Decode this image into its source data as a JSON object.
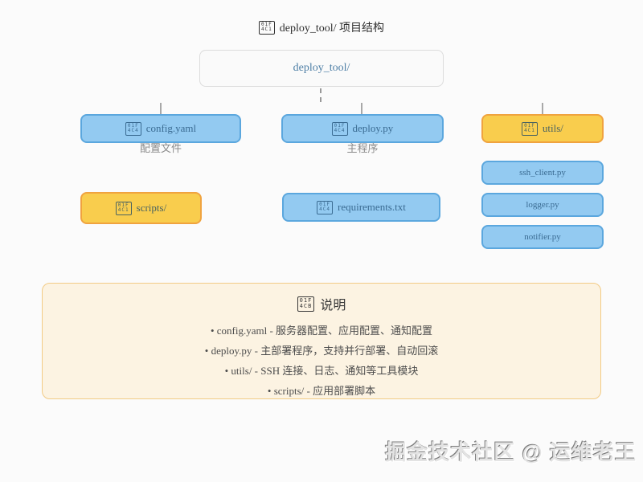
{
  "title": {
    "icon": [
      "01F",
      "4C1"
    ],
    "text": "deploy_tool/ 项目结构"
  },
  "root": {
    "label": "deploy_tool/"
  },
  "nodes": {
    "config": {
      "icon": [
        "01F",
        "4C4"
      ],
      "label": "config.yaml",
      "caption": "配置文件"
    },
    "deploy": {
      "icon": [
        "01F",
        "4C4"
      ],
      "label": "deploy.py",
      "caption": "主程序"
    },
    "utils": {
      "icon": [
        "01F",
        "4C1"
      ],
      "label": "utils/"
    },
    "scripts": {
      "icon": [
        "01F",
        "4C1"
      ],
      "label": "scripts/"
    },
    "requirements": {
      "icon": [
        "01F",
        "4C4"
      ],
      "label": "requirements.txt"
    },
    "ssh_client": {
      "label": "ssh_client.py"
    },
    "logger": {
      "label": "logger.py"
    },
    "notifier": {
      "label": "notifier.py"
    }
  },
  "note": {
    "icon": [
      "01F",
      "4CB"
    ],
    "heading": "说明",
    "items": [
      "• config.yaml - 服务器配置、应用配置、通知配置",
      "• deploy.py - 主部署程序，支持并行部署、自动回滚",
      "• utils/ - SSH 连接、日志、通知等工具模块",
      "• scripts/ - 应用部署脚本"
    ]
  },
  "watermark": "掘金技术社区 @ 运维老王",
  "colors": {
    "blue_fill": "#93caf1",
    "blue_border": "#5ba7de",
    "blue_text": "#3a6b92",
    "yellow_fill": "#f9cd4d",
    "yellow_border": "#f0a33f",
    "root_fill": "#fafafa",
    "root_border": "#dcdcdc",
    "root_text": "#4e7fa6",
    "note_fill": "#fcf3e2",
    "note_border": "#f2cb85",
    "caption_text": "#8a8a8a",
    "connector": "#999999",
    "background": "#fbfbfb"
  }
}
